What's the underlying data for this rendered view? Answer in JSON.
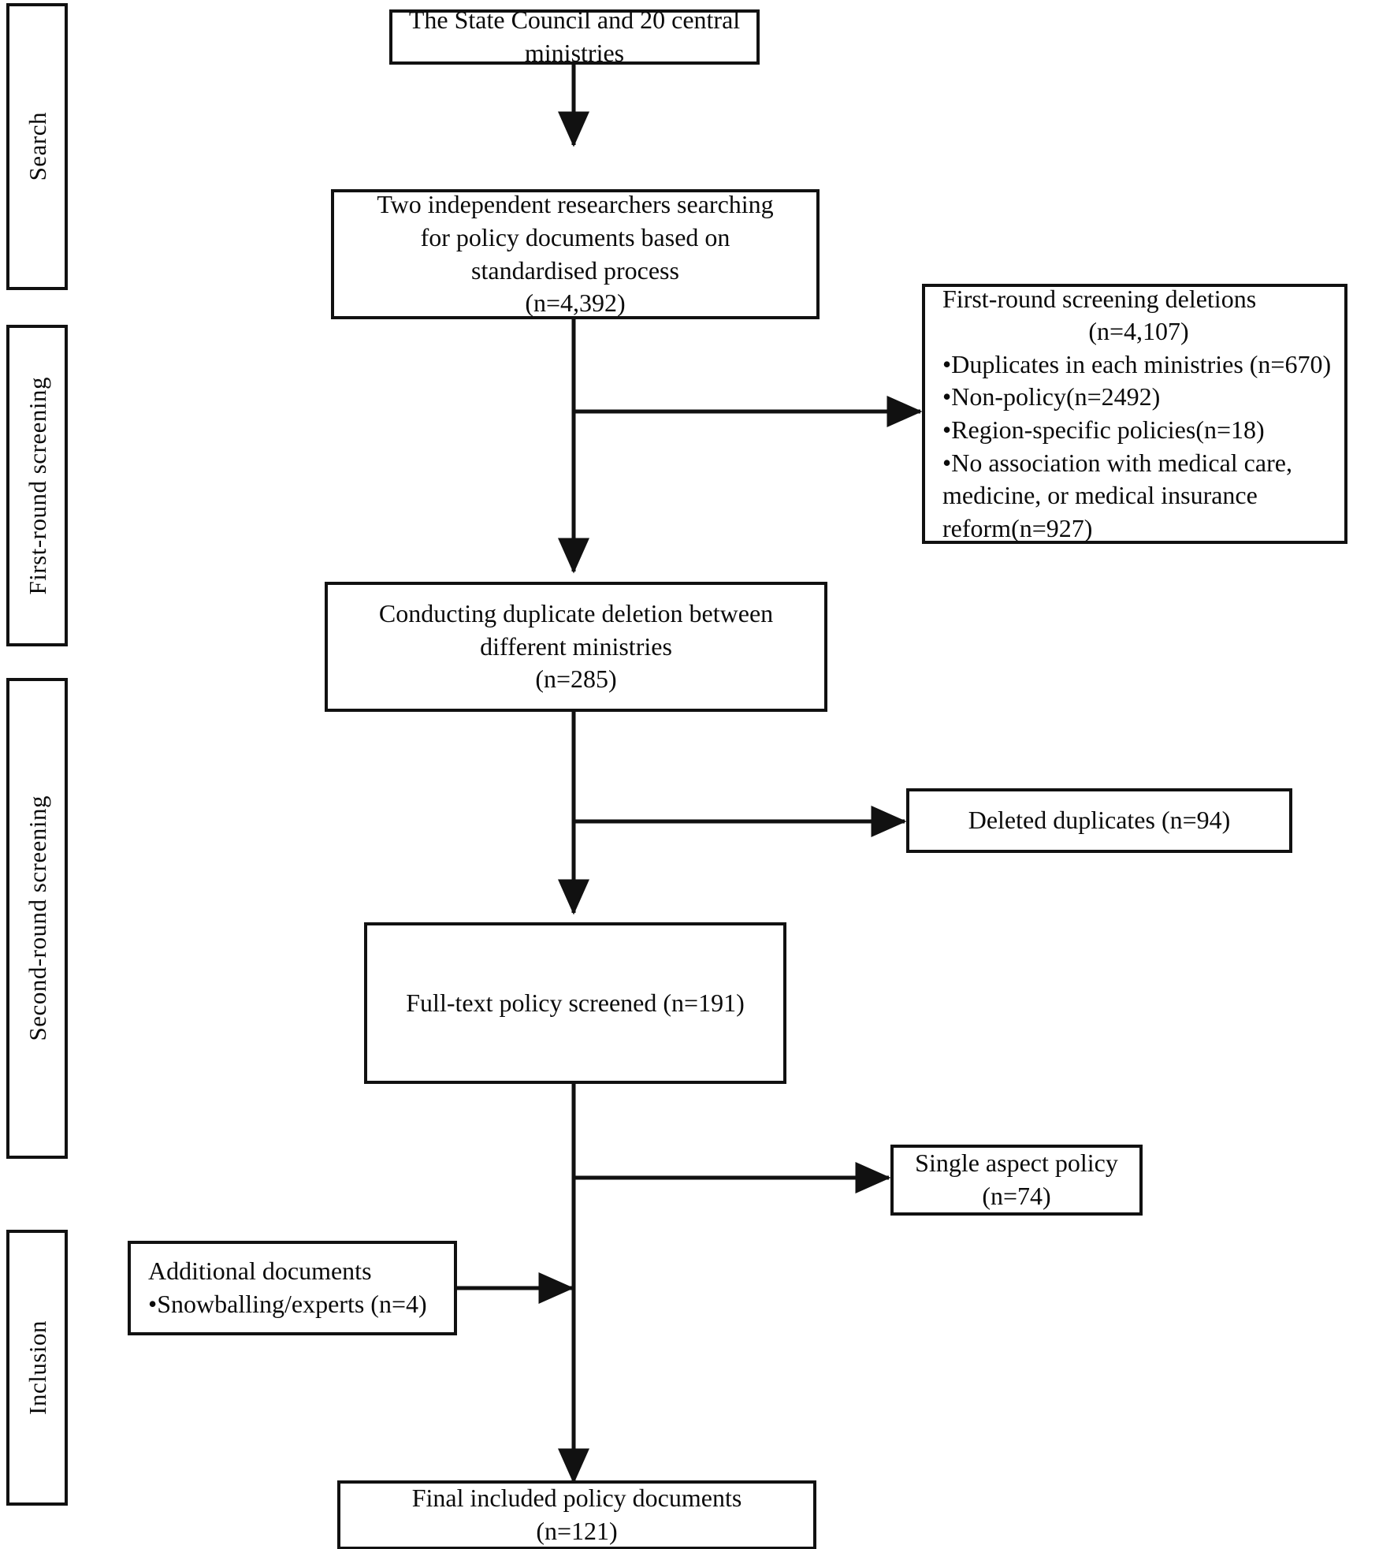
{
  "figure": {
    "type": "prisma-flow-diagram",
    "title": "Policy document selection flow"
  },
  "stages": [
    {
      "id": "search",
      "label": "Search"
    },
    {
      "id": "first-round",
      "label": "First-round screening"
    },
    {
      "id": "second-round",
      "label": "Second-round screening"
    },
    {
      "id": "inclusion",
      "label": "Inclusion"
    }
  ],
  "nodes": {
    "source": {
      "lines": [
        "The State Council and 20 central",
        "ministries"
      ]
    },
    "searching": {
      "lines": [
        "Two independent researchers searching",
        "for policy documents based on",
        "standardised process",
        "(n=4,392)"
      ],
      "count": "4,392"
    },
    "first_round_deletions": {
      "heading": "First-round screening deletions",
      "count_line": "(n=4,107)",
      "count": "4,107",
      "bullets": [
        "•Duplicates in each ministries  (n=670)",
        "•Non-policy(n=2492)",
        "•Region-specific policies(n=18)",
        "•No association with medical care,",
        " medicine, or medical insurance",
        " reform(n=927)"
      ]
    },
    "duplicate_deletion": {
      "lines": [
        "Conducting duplicate deletion between",
        "different ministries",
        "(n=285)"
      ],
      "count": "285"
    },
    "deleted_duplicates": {
      "lines": [
        "Deleted duplicates (n=94)"
      ],
      "count": "94"
    },
    "full_text_screened": {
      "lines": [
        "Full-text policy screened  (n=191)"
      ],
      "count": "191"
    },
    "single_aspect": {
      "lines": [
        "Single aspect policy",
        "(n=74)"
      ],
      "count": "74"
    },
    "additional_documents": {
      "lines": [
        "Additional documents",
        "•Snowballing/experts (n=4)"
      ],
      "count": "4"
    },
    "final_included": {
      "lines": [
        "Final included policy documents",
        "(n=121)"
      ],
      "count": "121"
    }
  },
  "colors": {
    "stroke": "#111111",
    "background": "#ffffff",
    "text": "#0b0b0b"
  }
}
